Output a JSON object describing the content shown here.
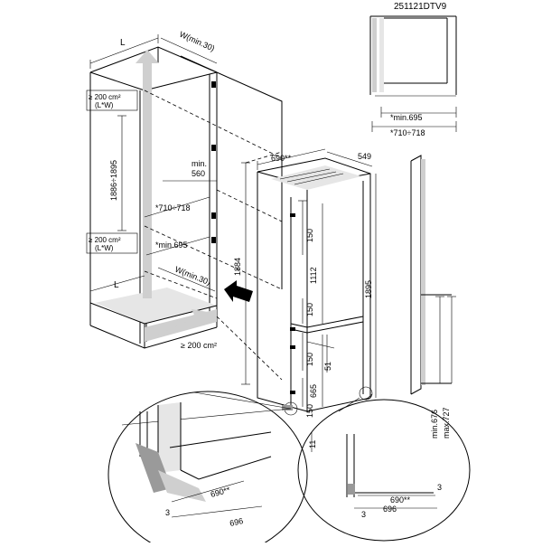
{
  "model_code": "251121DTV9",
  "niche": {
    "width_label": "L",
    "depth_label": "W(min.30)",
    "vent_top": "≥ 200 cm²",
    "vent_top_formula": "(L*W)",
    "height_range": "1886÷1895",
    "min_label": "min.",
    "min_value": "560",
    "depth_range": "*710÷718",
    "depth_min": "*min.695",
    "vent_mid": "≥ 200 cm²",
    "vent_mid_formula": "(L*W)",
    "bottom_width_label": "L",
    "bottom_depth_label": "W(min.30)",
    "vent_bottom": "≥ 200 cm²"
  },
  "appliance": {
    "width": "690**",
    "depth": "549",
    "height": "1884",
    "total_height": "1895",
    "dim_150_a": "150",
    "dim_1112": "1112",
    "dim_150_b": "150",
    "dim_150_c": "150",
    "dim_51": "51",
    "dim_665": "665",
    "dim_150_d": "150",
    "dim_11": "11"
  },
  "top_view": {
    "depth_min": "*min.695",
    "depth_range": "*710÷718"
  },
  "door": {
    "min": "min.676",
    "max": "max.727"
  },
  "detail_left": {
    "width": "690**",
    "depth": "696",
    "gap": "3"
  },
  "detail_right": {
    "width": "690**",
    "depth": "696",
    "gap_top": "3",
    "gap_left": "3"
  }
}
